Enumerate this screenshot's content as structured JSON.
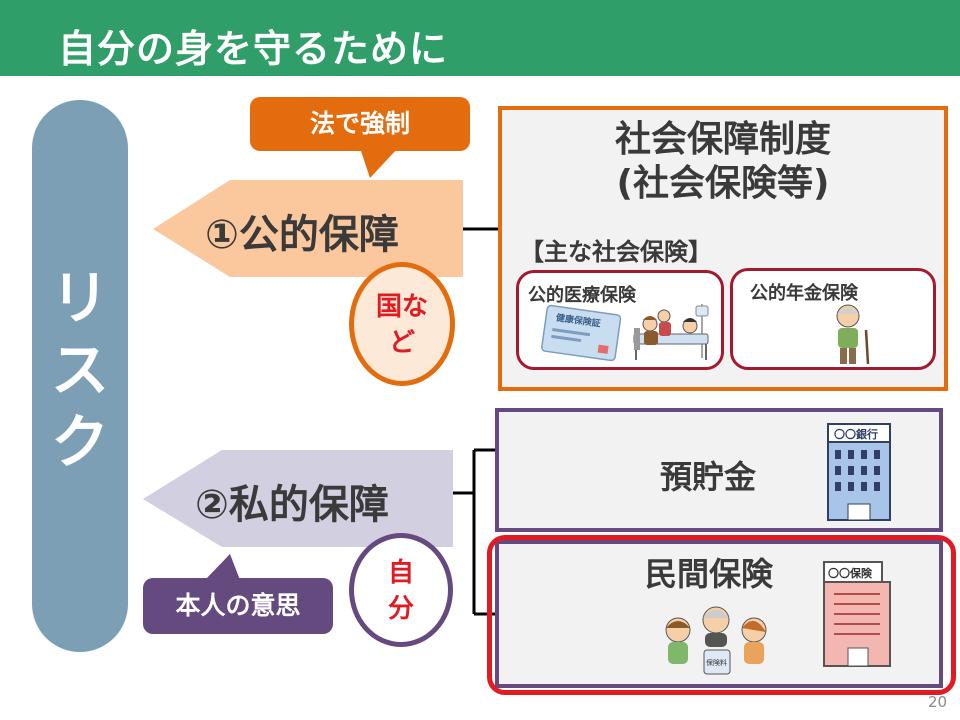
{
  "header": {
    "title": "自分の身を守るために"
  },
  "risk": {
    "label": "リスク"
  },
  "public": {
    "bubble": "法で強制",
    "arrow_label": "①公的保障",
    "badge": "国など"
  },
  "private": {
    "bubble": "本人の意思",
    "arrow_label": "②私的保障",
    "badge": "自分"
  },
  "social_security": {
    "title_line1": "社会保障制度",
    "title_line2": "(社会保険等)",
    "subheading": "【主な社会保険】",
    "medical_label": "公的医療保険",
    "pension_label": "公的年金保険",
    "card_text": "健康保険証"
  },
  "savings": {
    "label": "預貯金",
    "bank_sign": "〇〇銀行"
  },
  "private_insurance": {
    "label": "民間保険",
    "company_sign": "〇〇保険",
    "box_text": "保険料"
  },
  "page_number": "20",
  "colors": {
    "header_green": "#2f9e68",
    "orange": "#e36c0e",
    "purple": "#654a80",
    "red": "#e21b23",
    "risk_blue": "#7c9fb6"
  }
}
